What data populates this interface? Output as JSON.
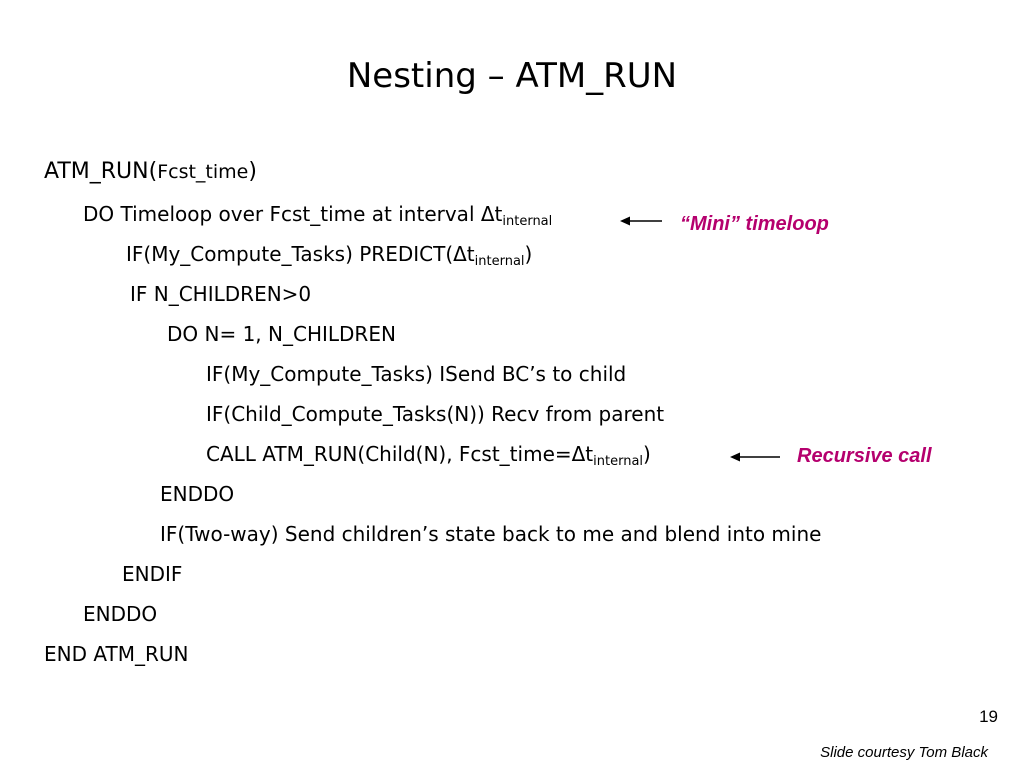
{
  "slide": {
    "title": "Nesting – ATM_RUN",
    "lines": [
      {
        "id": "l1",
        "text": "ATM_RUN(",
        "arg": "Fcst_time",
        "tail": ")"
      },
      {
        "id": "l2",
        "text": "DO Timeloop over Fcst_time at interval Δt",
        "sub": "internal"
      },
      {
        "id": "l3",
        "text": "IF(My_Compute_Tasks) PREDICT(Δt",
        "sub": "internal",
        "tail": ")"
      },
      {
        "id": "l4",
        "text": "IF N_CHILDREN>0"
      },
      {
        "id": "l5",
        "text": "DO N= 1, N_CHILDREN"
      },
      {
        "id": "l6",
        "text": "IF(My_Compute_Tasks) ISend BC’s to child"
      },
      {
        "id": "l7",
        "text": "IF(Child_Compute_Tasks(N)) Recv from parent"
      },
      {
        "id": "l8",
        "text": "CALL ATM_RUN(Child(N), Fcst_time=Δt",
        "sub": "internal",
        "tail": ")"
      },
      {
        "id": "l9",
        "text": "ENDDO"
      },
      {
        "id": "l10",
        "text": "IF(Two-way) Send children’s state back to me and blend into mine"
      },
      {
        "id": "l11",
        "text": "ENDIF"
      },
      {
        "id": "l12",
        "text": "ENDDO"
      },
      {
        "id": "l13",
        "text": "END ATM_RUN"
      }
    ],
    "annotations": {
      "mini_timeloop": "“Mini” timeloop",
      "recursive_call": "Recursive call",
      "color": "#b5006e"
    },
    "slide_number": "19",
    "courtesy": "Slide courtesy Tom Black"
  }
}
